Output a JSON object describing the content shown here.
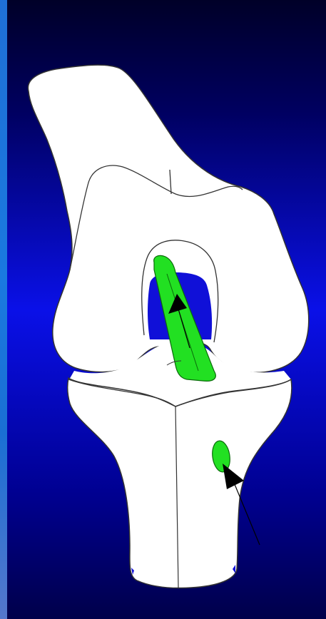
{
  "colors": {
    "background_top": "#000028",
    "background_mid": "#0a10e8",
    "background_bottom": "#00004a",
    "bone": "#ffffff",
    "outline": "#333333",
    "graft": "#22e022",
    "graft_outline": "#0a6a0a",
    "notch_gap": "#1010d8",
    "arrow": "#000000",
    "left_strip": "#1f6fd6"
  },
  "icons": {
    "femur": "femur-bone-shape",
    "tibia": "tibia-bone-shape",
    "graft": "ligament-graft",
    "tunnel": "tibial-tunnel",
    "arrows": "direction-arrow"
  }
}
